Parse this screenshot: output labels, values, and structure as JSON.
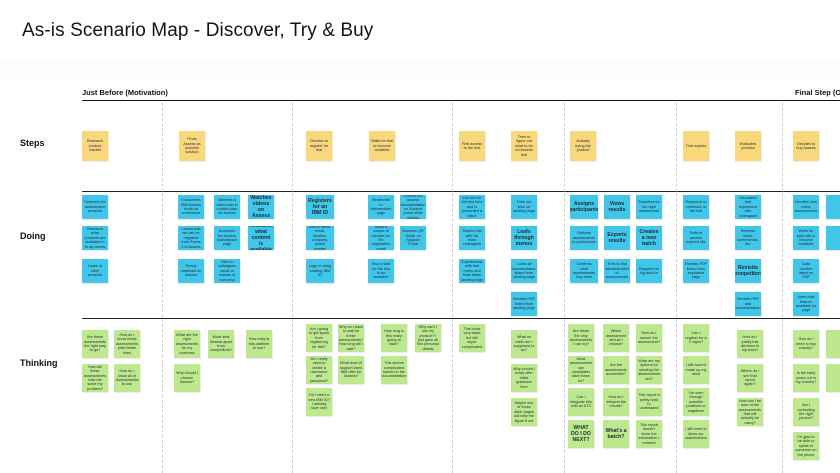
{
  "title": "As-is Scenario Map - Discover, Try & Buy",
  "phases": {
    "start": "Just Before (Motivation)",
    "end": "Final Step (O"
  },
  "rows": {
    "steps": "Steps",
    "doing": "Doing",
    "thinking": "Thinking"
  },
  "colors": {
    "steps": "#f9d77b",
    "doing": "#40c6e8",
    "thinking": "#bde88d"
  },
  "notes": {
    "s1": "Research product market",
    "s2": "Finds Assess as possible solution",
    "s3": "Decides to register for trial",
    "s4": "Waits for trial to become available",
    "s5": "First access to the trial",
    "s6": "Tries to figure out what to do on Assess trial",
    "s7": "Actually trying the product",
    "s8": "Trial expires",
    "s9": "Evaluates process",
    "s10": "Decides to buy Assess",
    "d1": "Searches for assessment products",
    "d2": "Research what products are available to fit my needs",
    "d3": "Looks at other products",
    "d4": "Encounters IBM Assess booth at conference",
    "d5": "Learns that we can be migrated from Purvis 3 to Assess",
    "d6": "Ready materials on Assess",
    "d7": "Watches a video post in a sales pitch for Assess",
    "d8": "Accesses the Assess Marketplace page",
    "d9": "Talks to colleagues inside or outside of company",
    "d10": "Watches videos on Assess",
    "d11": "Research what content is available",
    "d12": "Registers for an IBM ID",
    "d13": "Enters name, email, location, company, phone number",
    "d14": "Logs in using existing IBM ID",
    "d15": "Redirected to intermediate page",
    "d16": "Waits a couple of minutes for the registration email",
    "d17": "Has to wait for the trial to be available",
    "d18": "Checks out Assess documentation on Support portal while waiting",
    "d19": "Browses QR Guide on Support Portal",
    "d20": "Logs in on trial and for the first time and is presented a blank landing page",
    "d21": "Shares trial with his team colleagues",
    "d22": "Experiments with trial menu and finds blank landing page",
    "d23": "Tries out links on landing page",
    "d24": "Leafs through menus",
    "d25": "Looks at documentation linked from landing page",
    "d26": "Revisits PDF linked from landing page",
    "d27": "Assigns participants",
    "d28": "Delivers assessments to participants",
    "d29": "Confirms what assessments they need",
    "d30": "Views results",
    "d31": "Exports results",
    "d32": "Tries to find administration of assessments",
    "d33": "Searches for the right assessment",
    "d34": "Creates a new batch",
    "d35": "Required to log back in",
    "d36": "Responds to extension of the trial",
    "d37": "Exits to access expired site",
    "d38": "Revisits PDF linked from expiration page",
    "d39": "Discusses trial experience with colleagues",
    "d40": "Reviews notes, screenshots, etc.",
    "d41": "Revisits competitors",
    "d42": "Revisits PDF and documentation",
    "d43": "Decides how many assessments",
    "d44": "Waits for paid site to become available",
    "d45": "Calls number listed on PDF",
    "d46": "Uses chat feature available on page",
    "t1": "Are these assessments the right way to go?",
    "t2": "How do I know these assessments yield better hires",
    "t3": "How will these assessments help me solve my problem?",
    "t4": "How do I know all of Assessments to use",
    "t5": "What are the right assessments for my business",
    "t6": "What sets Assess apart from competitors?",
    "t7": "Why should I choose Assess?",
    "t8": "How easy is this platform to use?",
    "t9": "Am I going to get spam from registering for this?",
    "t10": "Why do I have to wait for these assessments? How long will I wait?",
    "t11": "Do I really need to create a username and password?",
    "t12": "What level of support does IBM offer for Assess?",
    "t13": "Do I need a new IBM ID? I already have one!",
    "t14": "How long is this really going to take?",
    "t15": "Why can't I use my product? I just gave all this personal details",
    "t16": "This seems complicated based on the documentation",
    "t17": "This looks very basic but still super complicated",
    "t18": "What on earth am I supposed to do?",
    "t19": "Why should I really offer initial guidance here",
    "t20": "Maybe one of those other pages will help me figure it out",
    "t21": "Are these the only assessments I can try?",
    "t22": "What assessments can candidates take these on?",
    "t23": "Can I integrate this with an ATS",
    "t24": "WHAT DO I DO NEXT?",
    "t25": "Which assessment should I choose?",
    "t26": "Are the assessments accessible?",
    "t27": "How do I interpret the results?",
    "t28": "What's a batch?",
    "t29": "How do I launch the assessment?",
    "t30": "What are my options for sending the assessments out?",
    "t31": "This report is pretty hard to understand",
    "t32": "This report doesn't show the information I entered",
    "t33": "Can I register for a 2 signs?",
    "t34": "I still haven't made up my mind",
    "t35": "I've seen through possible positives or negatives",
    "t36": "I still need to show our stakeholders",
    "t37": "How do I justify this decision to my boss?",
    "t38": "Where do I see that report again?",
    "t39": "How can I be sure of the assessments that will actually be using?",
    "t40": "How do I need to buy exactly?",
    "t41": "Is the early years out in my country?",
    "t42": "Am I contacting the right person?",
    "t43": "I'm glad to be able to speak to someone on the phone"
  }
}
